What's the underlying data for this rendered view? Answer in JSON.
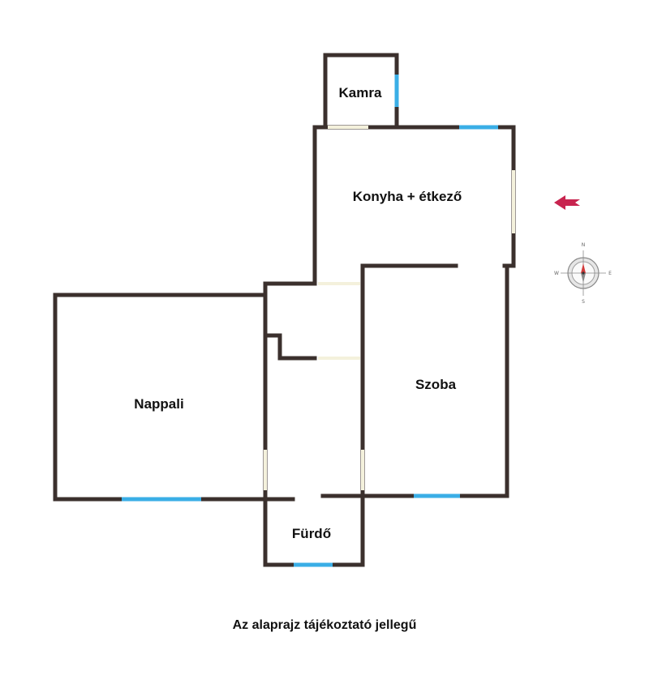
{
  "rooms": {
    "kamra": "Kamra",
    "konyha": "Konyha + étkező",
    "nappali": "Nappali",
    "szoba": "Szoba",
    "furdo": "Fürdő"
  },
  "disclaimer": "Az alaprajz tájékoztató jellegű",
  "compass": {
    "n": "N",
    "s": "S",
    "e": "E",
    "w": "W"
  },
  "colors": {
    "wall": "#3b302d",
    "window": "#3aaee6",
    "door": "#f4f1dc",
    "arrow": "#c8244f"
  },
  "icons": {
    "entrance": "entrance-arrow-icon",
    "compass": "compass-icon"
  }
}
